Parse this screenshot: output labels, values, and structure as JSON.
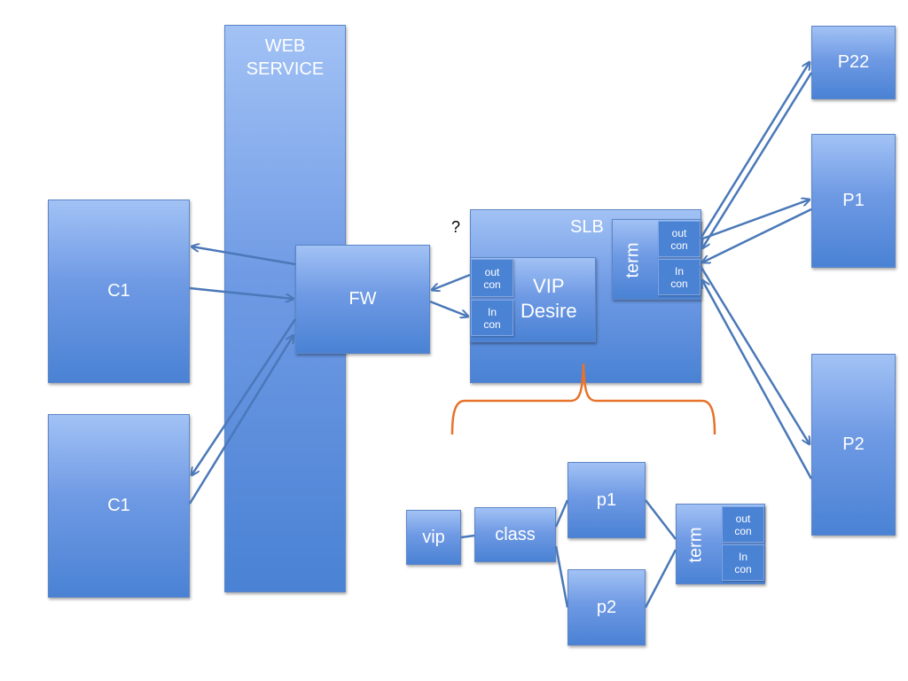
{
  "web_service": {
    "line1": "WEB",
    "line2": "SERVICE"
  },
  "clients": [
    "C1",
    "C1"
  ],
  "fw": "FW",
  "question_mark": "?",
  "slb": {
    "title": "SLB",
    "vip_group": {
      "line1": "VIP",
      "line2": "Desire"
    },
    "out_con": {
      "line1": "out",
      "line2": "con"
    },
    "in_con": {
      "line1": "In",
      "line2": "con"
    },
    "term": "term",
    "term_out_con": {
      "line1": "out",
      "line2": "con"
    },
    "term_in_con": {
      "line1": "In",
      "line2": "con"
    }
  },
  "servers": [
    "P22",
    "P1",
    "P2"
  ],
  "bottom_flow": {
    "vip": "vip",
    "class": "class",
    "p1": "p1",
    "p2": "p2",
    "term": "term",
    "out_con": {
      "line1": "out",
      "line2": "con"
    },
    "in_con": {
      "line1": "In",
      "line2": "con"
    }
  },
  "colors": {
    "box": "#4a82d4",
    "arrow": "#4a78b8",
    "brace": "#e8722a"
  }
}
